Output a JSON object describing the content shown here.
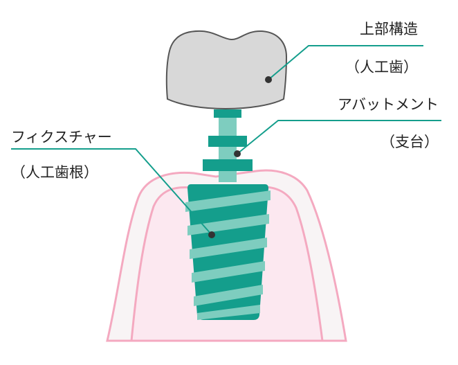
{
  "labels": {
    "crown": {
      "title": "上部構造",
      "subtitle": "（人工歯）"
    },
    "abutment": {
      "title": "アバットメント",
      "subtitle": "（支台）"
    },
    "fixture": {
      "title": "フィクスチャー",
      "subtitle": "（人工歯根）"
    }
  },
  "colors": {
    "gum_outline": "#f4a9c0",
    "gum_inner": "#fce8f0",
    "gum_band": "#f8f4f5",
    "crown_fill": "#d8d8d8",
    "crown_stroke": "#555555",
    "implant_dark": "#149e8c",
    "implant_light": "#7ecdbf",
    "leader_line": "#149e8c",
    "text": "#222222"
  }
}
